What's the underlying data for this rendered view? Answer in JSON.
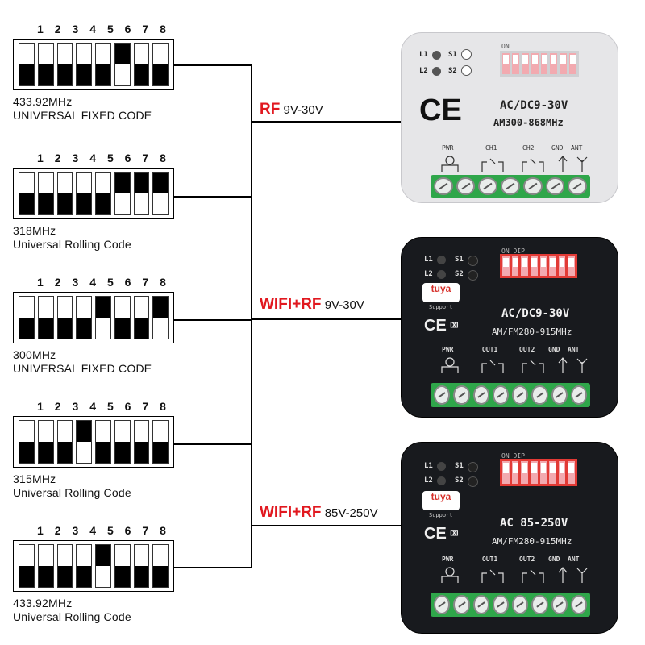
{
  "switch_panels": [
    {
      "numbers": [
        "1",
        "2",
        "3",
        "4",
        "5",
        "6",
        "7",
        "8"
      ],
      "states": [
        0,
        0,
        0,
        0,
        0,
        1,
        0,
        0
      ],
      "freq": "433.92MHz",
      "code": "UNIVERSAL FIXED CODE"
    },
    {
      "numbers": [
        "1",
        "2",
        "3",
        "4",
        "5",
        "6",
        "7",
        "8"
      ],
      "states": [
        0,
        0,
        0,
        0,
        0,
        1,
        1,
        1
      ],
      "freq": "318MHz",
      "code": "Universal Rolling Code"
    },
    {
      "numbers": [
        "1",
        "2",
        "3",
        "4",
        "5",
        "6",
        "7",
        "8"
      ],
      "states": [
        0,
        0,
        0,
        0,
        1,
        0,
        0,
        1
      ],
      "freq": "300MHz",
      "code": "UNIVERSAL FIXED CODE"
    },
    {
      "numbers": [
        "1",
        "2",
        "3",
        "4",
        "5",
        "6",
        "7",
        "8"
      ],
      "states": [
        0,
        0,
        0,
        1,
        0,
        0,
        0,
        0
      ],
      "freq": "315MHz",
      "code": "Universal Rolling Code"
    },
    {
      "numbers": [
        "1",
        "2",
        "3",
        "4",
        "5",
        "6",
        "7",
        "8"
      ],
      "states": [
        0,
        0,
        0,
        0,
        1,
        0,
        0,
        0
      ],
      "freq": "433.92MHz",
      "code": "Universal Rolling Code"
    }
  ],
  "products": [
    {
      "type": "RF",
      "voltage": "9V-30V",
      "dip_label": "ON",
      "power": "AC/DC9-30V",
      "band": "AM300-868MHz",
      "terminals": [
        "PWR",
        "CH1",
        "CH2",
        "GND",
        "ANT"
      ],
      "leds": [
        "L1",
        "S1",
        "L2",
        "S2"
      ],
      "mark": "CE"
    },
    {
      "type": "WIFI+RF",
      "voltage": "9V-30V",
      "dip_label": "ON DIP",
      "power": "AC/DC9-30V",
      "band": "AM/FM280-915MHz",
      "terminals": [
        "PWR",
        "OUT1",
        "OUT2",
        "GND",
        "ANT"
      ],
      "leds": [
        "L1",
        "S1",
        "L2",
        "S2"
      ],
      "mark": "CE",
      "brand": "tuya",
      "brand_sub": "Support"
    },
    {
      "type": "WIFI+RF",
      "voltage": "85V-250V",
      "dip_label": "ON DIP",
      "power": "AC 85-250V",
      "band": "AM/FM280-915MHz",
      "terminals": [
        "PWR",
        "OUT1",
        "OUT2",
        "GND",
        "ANT"
      ],
      "leds": [
        "L1",
        "S1",
        "L2",
        "S2"
      ],
      "mark": "CE",
      "brand": "tuya",
      "brand_sub": "Support"
    }
  ],
  "colors": {
    "label_red": "#e1181f",
    "terminal_green": "#2fa64a",
    "dip_red": "#e23a35",
    "module_black": "#181a1e",
    "module_white": "#e6e6e8"
  }
}
